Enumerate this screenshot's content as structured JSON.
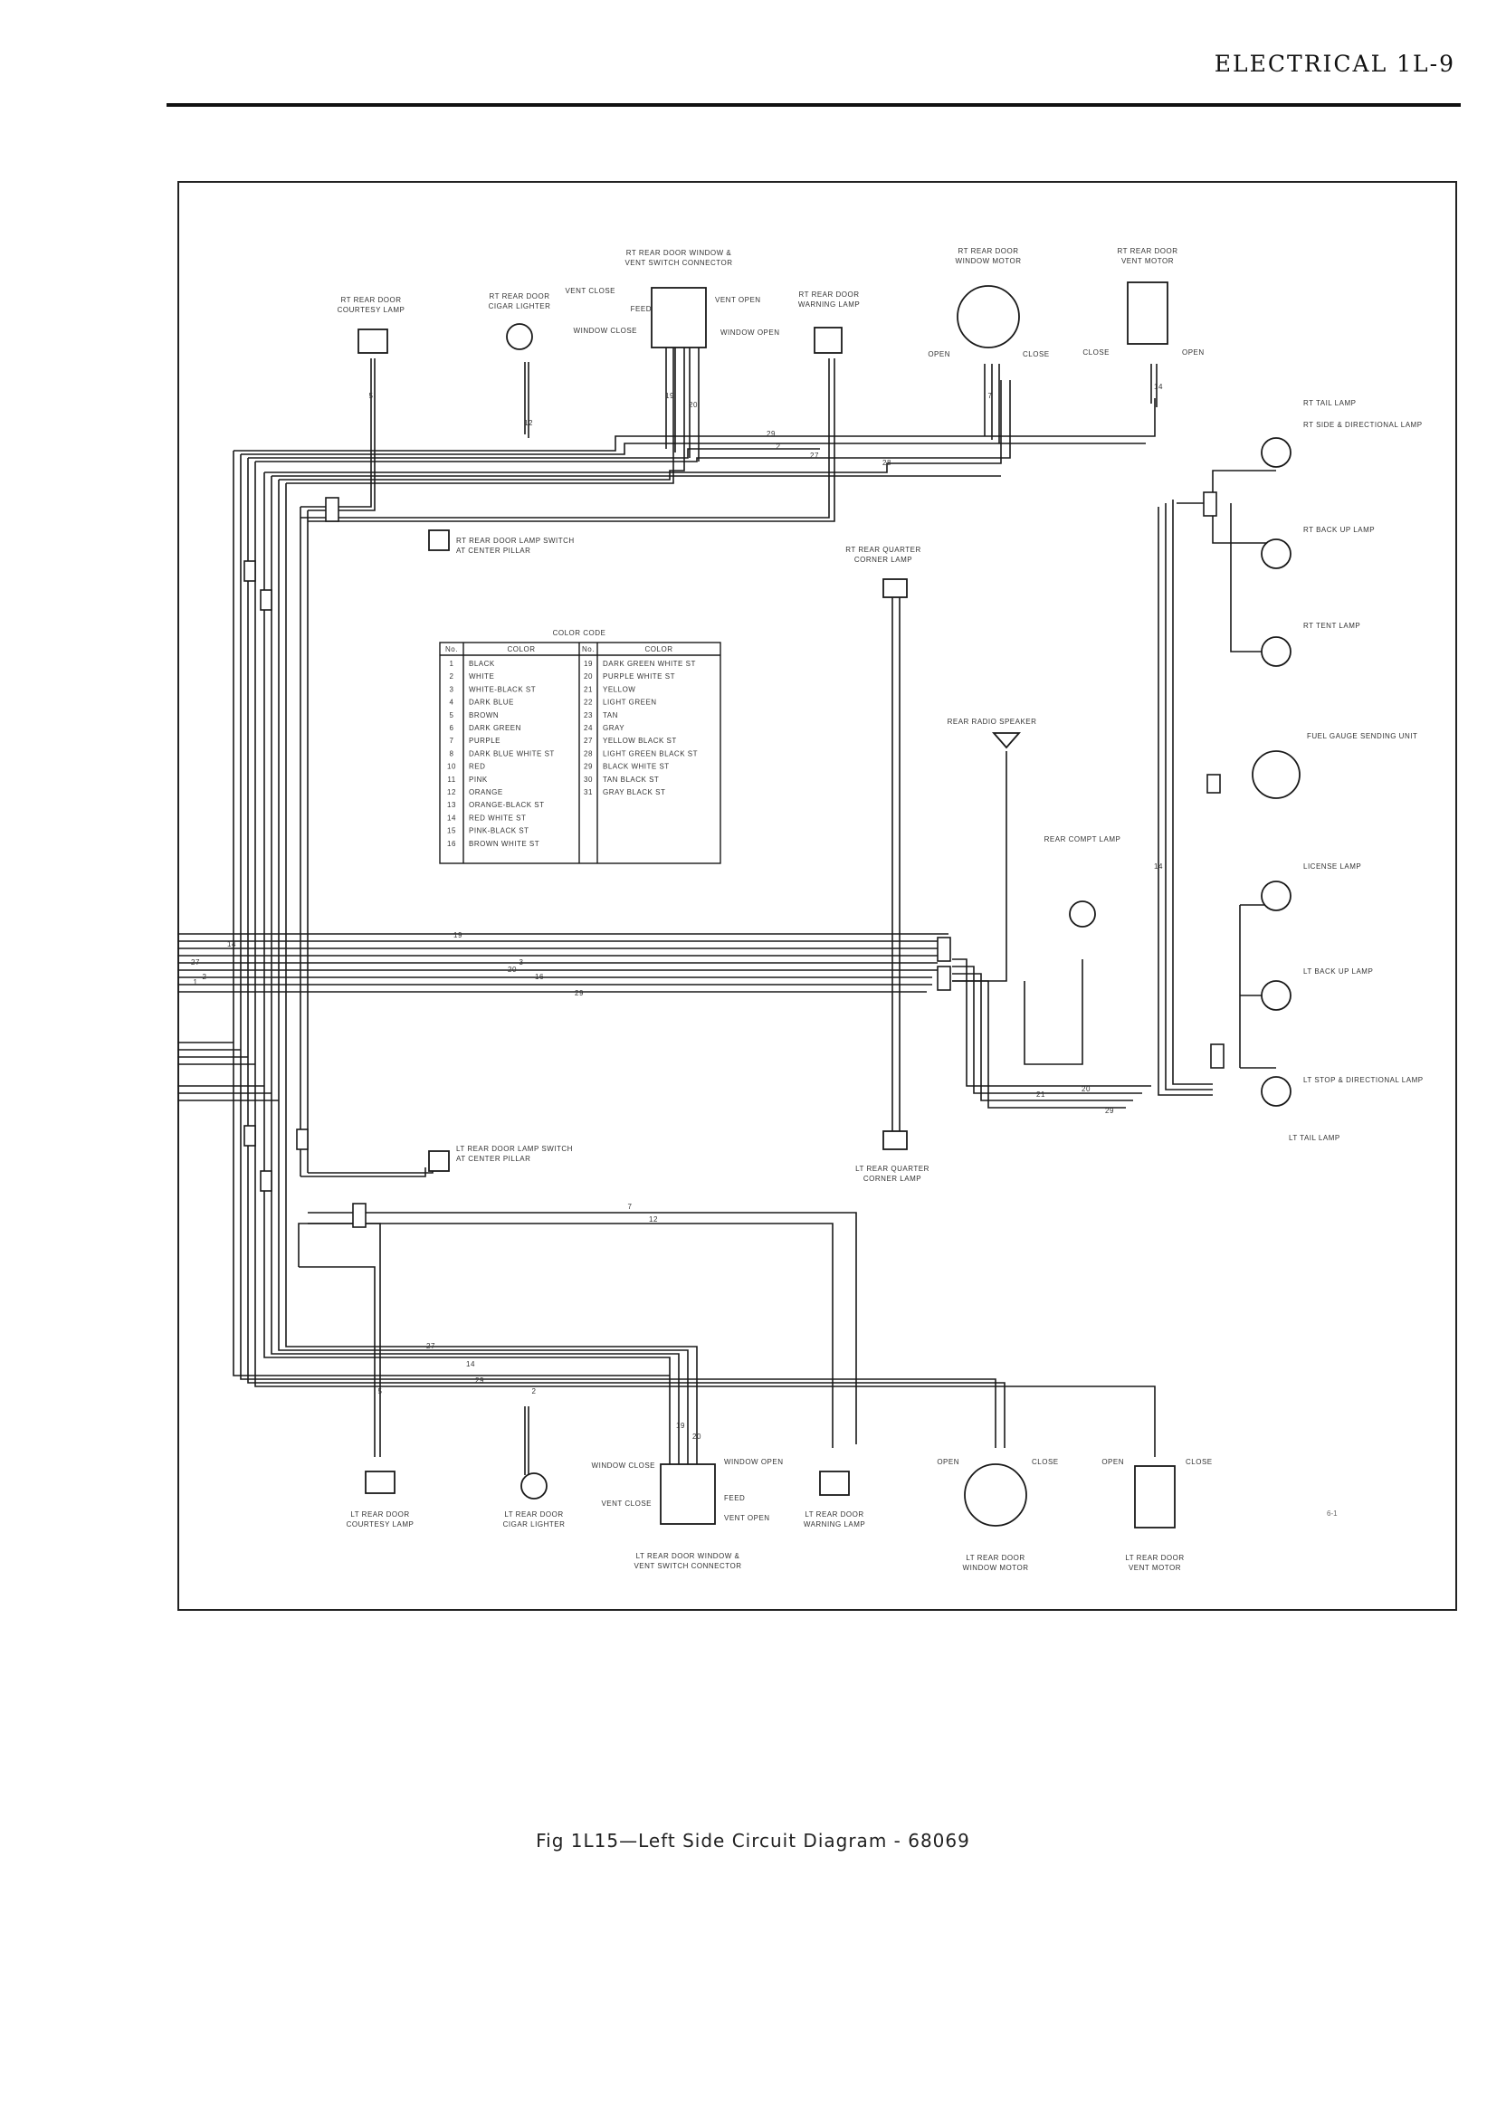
{
  "header": {
    "title": "ELECTRICAL 1L-9"
  },
  "caption": "Fig 1L15—Left Side Circuit Diagram - 68069",
  "frame_mark": "6-1",
  "components": {
    "top_courtesy_lamp": [
      "RT REAR DOOR",
      "COURTESY LAMP"
    ],
    "top_door_lighter": [
      "RT REAR DOOR",
      "CIGAR LIGHTER"
    ],
    "top_switch_connector": [
      "RT REAR DOOR WINDOW &",
      "VENT SWITCH CONNECTOR"
    ],
    "top_warning_lamp": [
      "RT REAR DOOR",
      "WARNING LAMP"
    ],
    "top_window_motor": [
      "RT REAR DOOR",
      "WINDOW MOTOR"
    ],
    "top_vent_motor": [
      "RT REAR DOOR",
      "VENT MOTOR"
    ],
    "tail_lamp_top": [
      "RT TAIL LAMP"
    ],
    "side_directional_lamp": [
      "RT SIDE & DIRECTIONAL LAMP"
    ],
    "back_up_lamp_top": [
      "RT BACK UP LAMP"
    ],
    "tent_lamp": [
      "RT TENT LAMP"
    ],
    "door_lamp_switch_top": [
      "RT REAR DOOR LAMP SWITCH",
      "AT CENTER PILLAR"
    ],
    "quarter_corner_lamp_top": [
      "RT REAR QUARTER",
      "CORNER LAMP"
    ],
    "radio_speaker": [
      "REAR RADIO SPEAKER"
    ],
    "fuel_gauge": [
      "FUEL GAUGE SENDING UNIT"
    ],
    "dome_lamp": [
      "REAR COMPT LAMP"
    ],
    "license_lamp": [
      "LICENSE LAMP"
    ],
    "back_up_lamp_bottom": [
      "LT BACK UP LAMP"
    ],
    "stop_directional_lamp": [
      "LT STOP & DIRECTIONAL LAMP"
    ],
    "tail_lamp_bottom": [
      "LT TAIL LAMP"
    ],
    "door_lamp_switch_bottom": [
      "LT REAR DOOR LAMP SWITCH",
      "AT CENTER PILLAR"
    ],
    "quarter_corner_lamp_bottom": [
      "LT REAR QUARTER",
      "CORNER LAMP"
    ],
    "bottom_courtesy_lamp": [
      "LT REAR DOOR",
      "COURTESY LAMP"
    ],
    "bottom_door_lighter": [
      "LT REAR DOOR",
      "CIGAR LIGHTER"
    ],
    "bottom_switch_connector": [
      "LT REAR DOOR WINDOW &",
      "VENT SWITCH CONNECTOR"
    ],
    "bottom_warning_lamp": [
      "LT REAR DOOR",
      "WARNING LAMP"
    ],
    "bottom_window_motor": [
      "LT REAR DOOR",
      "WINDOW MOTOR"
    ],
    "bottom_vent_motor": [
      "LT REAR DOOR",
      "VENT MOTOR"
    ]
  },
  "switch_terms": {
    "vent_close": "VENT CLOSE",
    "vent_open": "VENT OPEN",
    "feed": "FEED",
    "window_close": "WINDOW CLOSE",
    "window_open": "WINDOW OPEN",
    "open": "OPEN",
    "close": "CLOSE"
  },
  "color_code": {
    "title": "COLOR CODE",
    "headers": [
      "No.",
      "COLOR",
      "No.",
      "COLOR"
    ],
    "left": [
      [
        "1",
        "BLACK"
      ],
      [
        "2",
        "WHITE"
      ],
      [
        "3",
        "WHITE-BLACK ST"
      ],
      [
        "4",
        "DARK BLUE"
      ],
      [
        "5",
        "BROWN"
      ],
      [
        "6",
        "DARK GREEN"
      ],
      [
        "7",
        "PURPLE"
      ],
      [
        "8",
        "DARK BLUE WHITE ST"
      ],
      [
        "10",
        "RED"
      ],
      [
        "11",
        "PINK"
      ],
      [
        "12",
        "ORANGE"
      ],
      [
        "13",
        "ORANGE-BLACK ST"
      ],
      [
        "14",
        "RED WHITE ST"
      ],
      [
        "15",
        "PINK-BLACK ST"
      ],
      [
        "16",
        "BROWN WHITE ST"
      ]
    ],
    "right": [
      [
        "19",
        "DARK GREEN WHITE ST"
      ],
      [
        "20",
        "PURPLE WHITE ST"
      ],
      [
        "21",
        "YELLOW"
      ],
      [
        "22",
        "LIGHT GREEN"
      ],
      [
        "23",
        "TAN"
      ],
      [
        "24",
        "GRAY"
      ],
      [
        "27",
        "YELLOW BLACK ST"
      ],
      [
        "28",
        "LIGHT GREEN BLACK ST"
      ],
      [
        "29",
        "BLACK WHITE ST"
      ],
      [
        "30",
        "TAN BLACK ST"
      ],
      [
        "31",
        "GRAY BLACK ST"
      ]
    ]
  },
  "wires": {
    "top_5": "5",
    "top_12": "12",
    "top_19": "19",
    "top_20": "20",
    "top_29": "29",
    "top_2": "2",
    "top_27": "27",
    "top_28": "28",
    "top_7": "7",
    "top_14": "14",
    "mid_14": "14",
    "mid_19": "19",
    "mid_20": "20",
    "mid_29": "29",
    "mid_16": "16",
    "mid_2": "2",
    "mid_27": "27",
    "mid_1": "1",
    "mid_3": "3",
    "right_20": "20",
    "right_21": "21",
    "right_29": "29",
    "right_14": "14",
    "bot_7": "7",
    "bot_12": "12",
    "bot_27": "27",
    "bot_5": "5",
    "bot_14": "14",
    "bot_19": "19",
    "bot_20": "20",
    "bot_29": "29",
    "bot_2": "2"
  }
}
